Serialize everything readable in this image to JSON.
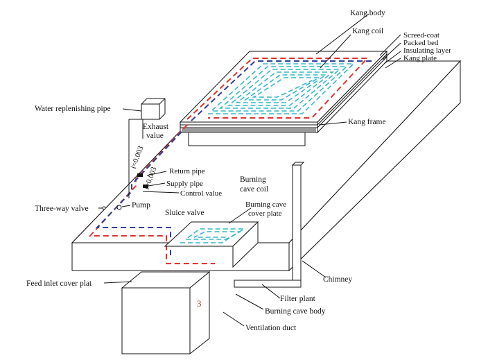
{
  "labels": {
    "kang_body": "Kang body",
    "kang_coil": "Kang coil",
    "screed_coat": "Screed-coat",
    "packed_bed": "Packed bed",
    "insulating_layer": "Insulating layer",
    "kang_plate": "Kang plate",
    "kang_frame": "Kang frame",
    "water_replenishing_pipe": "Water replenishing pipe",
    "exhaust_value_1": "Exhaust",
    "exhaust_value_2": "value",
    "slope_1": "i=0.003",
    "slope_2": "i=0.003",
    "return_pipe": "Return pipe",
    "supply_pipe": "Supply pipe",
    "control_value": "Control value",
    "three_way_valve": "Three-way valve",
    "pump": "Pump",
    "sluice_valve": "Sluice valve",
    "burning_cave_coil_1": "Burning",
    "burning_cave_coil_2": "cave coil",
    "burning_cave_cover_plate_1": "Burning cave",
    "burning_cave_cover_plate_2": "cover plate",
    "chimney": "Chimney",
    "filter_plant": "Filter plant",
    "burning_cave_body": "Burning cave body",
    "feed_inlet_cover_plat": "Feed inlet cover plat",
    "ventilation_duct": "Ventilation duct",
    "marker_3": "3"
  },
  "colors": {
    "supply_line": "#e0332d",
    "return_line": "#2c3f9e",
    "coil": "#35b7cc",
    "outline": "#111111"
  }
}
